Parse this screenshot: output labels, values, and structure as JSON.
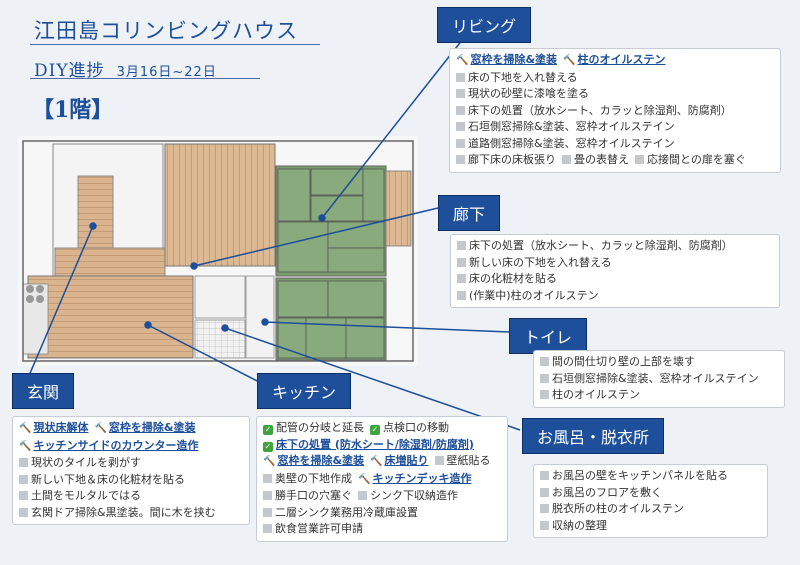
{
  "header": {
    "title": "江田島コリンビングハウス",
    "subtitle": "DIY進捗",
    "date": "3月16日~22日",
    "floor": "【1階】"
  },
  "labels": {
    "living": "リビング",
    "hallway": "廊下",
    "toilet": "トイレ",
    "entrance": "玄関",
    "kitchen": "キッチン",
    "bath": "お風呂・脱衣所"
  },
  "living": [
    {
      "items": [
        {
          "t": "窓枠を掃除&塗装",
          "s": "wip"
        },
        {
          "t": "柱のオイルステン",
          "s": "wip"
        }
      ]
    },
    {
      "items": [
        {
          "t": "床の下地を入れ替える",
          "s": "todo"
        }
      ]
    },
    {
      "items": [
        {
          "t": "現状の砂壁に漆喰を塗る",
          "s": "todo"
        }
      ]
    },
    {
      "items": [
        {
          "t": "床下の処置（放水シート、カラッと除湿剤、防腐剤）",
          "s": "todo"
        }
      ]
    },
    {
      "items": [
        {
          "t": "石垣側窓掃除&塗装、窓枠オイルステイン",
          "s": "todo"
        }
      ]
    },
    {
      "items": [
        {
          "t": "道路側窓掃除&塗装、窓枠オイルステイン",
          "s": "todo"
        }
      ]
    },
    {
      "items": [
        {
          "t": "廊下床の床板張り",
          "s": "todo"
        },
        {
          "t": "畳の表替え",
          "s": "todo"
        },
        {
          "t": "応接間との扉を塞ぐ",
          "s": "todo"
        }
      ]
    }
  ],
  "hallway": [
    {
      "items": [
        {
          "t": "床下の処置（放水シート、カラッと除湿剤、防腐剤）",
          "s": "todo"
        }
      ]
    },
    {
      "items": [
        {
          "t": "新しい床の下地を入れ替える",
          "s": "todo"
        }
      ]
    },
    {
      "items": [
        {
          "t": "床の化粧材を貼る",
          "s": "todo"
        }
      ]
    },
    {
      "items": [
        {
          "t": "(作業中)柱のオイルステン",
          "s": "todo"
        }
      ]
    }
  ],
  "toilet": [
    {
      "items": [
        {
          "t": "間の間仕切り壁の上部を壊す",
          "s": "todo"
        }
      ]
    },
    {
      "items": [
        {
          "t": "石垣側窓掃除&塗装、窓枠オイルステイン",
          "s": "todo"
        }
      ]
    },
    {
      "items": [
        {
          "t": "柱のオイルステン",
          "s": "todo"
        }
      ]
    }
  ],
  "entrance": [
    {
      "items": [
        {
          "t": "現状床解体",
          "s": "wip"
        },
        {
          "t": "窓枠を掃除&塗装",
          "s": "wip"
        }
      ]
    },
    {
      "items": [
        {
          "t": "キッチンサイドのカウンター造作",
          "s": "wip"
        }
      ]
    },
    {
      "items": [
        {
          "t": "現状のタイルを剥がす",
          "s": "todo"
        }
      ]
    },
    {
      "items": [
        {
          "t": "新しい下地＆床の化粧材を貼る",
          "s": "todo"
        }
      ]
    },
    {
      "items": [
        {
          "t": "土間をモルタルではる",
          "s": "todo"
        }
      ]
    },
    {
      "items": [
        {
          "t": "玄関ドア掃除&黒塗装。間に木を挟む",
          "s": "todo"
        }
      ]
    }
  ],
  "kitchen": [
    {
      "items": [
        {
          "t": "配管の分岐と延長",
          "s": "done"
        },
        {
          "t": "点検口の移動",
          "s": "done"
        }
      ]
    },
    {
      "items": [
        {
          "t": "床下の処置 (防水シート/除湿剤/防腐剤)",
          "s": "donehl"
        }
      ]
    },
    {
      "items": [
        {
          "t": "窓枠を掃除&塗装",
          "s": "wip"
        },
        {
          "t": "床増貼り",
          "s": "wip"
        },
        {
          "t": "壁紙貼る",
          "s": "todo"
        }
      ]
    },
    {
      "items": [
        {
          "t": "奥壁の下地作成",
          "s": "todo"
        },
        {
          "t": "キッチンデッキ造作",
          "s": "wip"
        }
      ]
    },
    {
      "items": [
        {
          "t": "勝手口の穴塞ぐ",
          "s": "todo"
        },
        {
          "t": "シンク下収納造作",
          "s": "todo"
        }
      ]
    },
    {
      "items": [
        {
          "t": "二層シンク業務用冷蔵庫設置",
          "s": "todo"
        }
      ]
    },
    {
      "items": [
        {
          "t": "飲食営業許可申請",
          "s": "todo"
        }
      ]
    }
  ],
  "bath": [
    {
      "items": [
        {
          "t": "お風呂の壁をキッチンパネルを貼る",
          "s": "todo"
        }
      ]
    },
    {
      "items": [
        {
          "t": "お風呂のフロアを敷く",
          "s": "todo"
        }
      ]
    },
    {
      "items": [
        {
          "t": "脱衣所の柱のオイルステン",
          "s": "todo"
        }
      ]
    },
    {
      "items": [
        {
          "t": "収納の整理",
          "s": "todo"
        }
      ]
    }
  ]
}
